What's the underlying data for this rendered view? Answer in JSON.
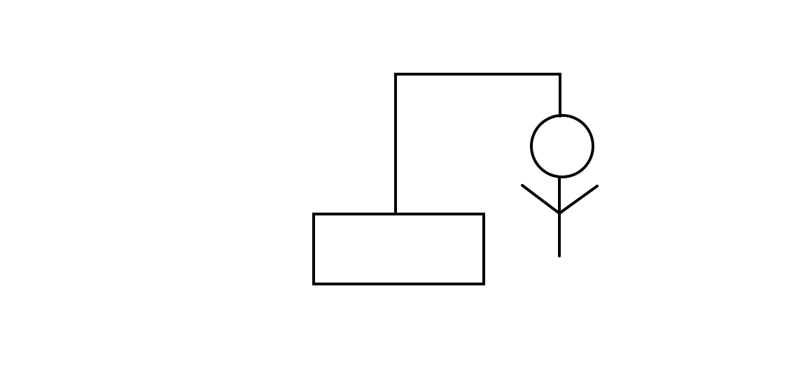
{
  "diagram": {
    "background_color": "#ffffff",
    "stroke_color": "#000000",
    "elements": [
      {
        "name": "box",
        "shape": "rectangle"
      },
      {
        "name": "connector-line",
        "shape": "polyline"
      },
      {
        "name": "stick-figure-head",
        "shape": "circle"
      },
      {
        "name": "stick-figure-body",
        "shape": "line"
      },
      {
        "name": "stick-figure-arms",
        "shape": "v-shape"
      }
    ]
  }
}
